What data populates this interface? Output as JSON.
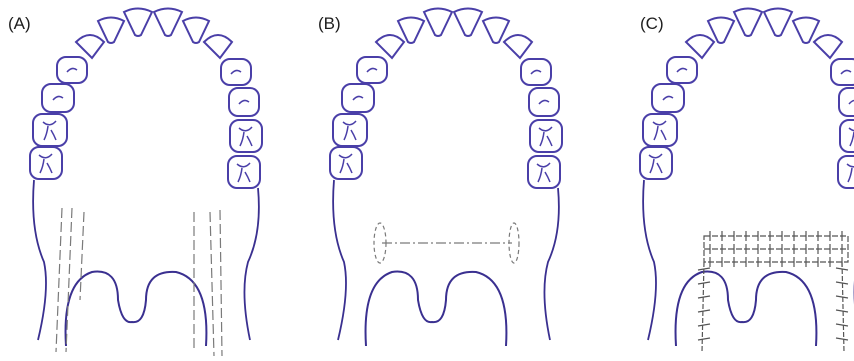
{
  "panels": [
    {
      "label": "(A)",
      "variant": "A"
    },
    {
      "label": "(B)",
      "variant": "B"
    },
    {
      "label": "(C)",
      "variant": "C"
    }
  ],
  "colors": {
    "tooth_outline": "#4a3fa8",
    "tissue_outline": "#3a3090",
    "incision": "#7a7a7a",
    "suture": "#555555"
  }
}
